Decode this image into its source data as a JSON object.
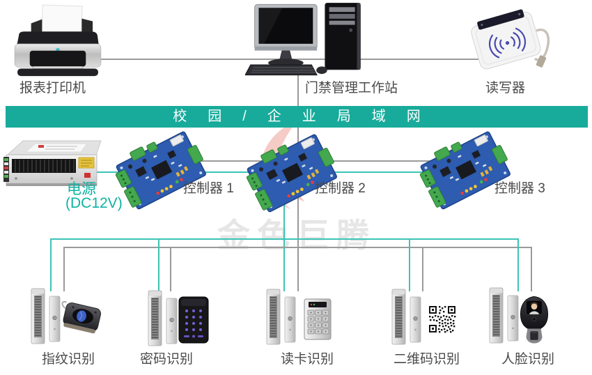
{
  "banner": {
    "label": "校园/企业局域网"
  },
  "top": {
    "printer_label": "报表打印机",
    "workstation_label": "门禁管理工作站",
    "reader_label": "读写器"
  },
  "middle": {
    "power_label": "电源",
    "power_sub": "(DC12V)",
    "controllers": [
      {
        "label": "控制器 1"
      },
      {
        "label": "控制器 2"
      },
      {
        "label": "控制器 3"
      }
    ]
  },
  "terminals": [
    {
      "label": "指纹识别",
      "icon": "fingerprint-reader-icon"
    },
    {
      "label": "密码识别",
      "icon": "password-keypad-icon"
    },
    {
      "label": "读卡识别",
      "icon": "card-reader-keypad-icon"
    },
    {
      "label": "二维码识别",
      "icon": "qr-code-icon"
    },
    {
      "label": "人脸识别",
      "icon": "face-recognition-terminal-icon"
    }
  ],
  "watermark": {
    "text": "金色巨腾"
  },
  "icons": {
    "printer": "printer-icon",
    "workstation": "desktop-computer-icon",
    "reader": "rfid-reader-writer-icon",
    "power": "power-supply-icon",
    "controller": "access-controller-board-icon",
    "maglock": "magnetic-lock-icon"
  },
  "colors": {
    "banner_teal": "#18ab9b",
    "line_teal": "#3cc4b6",
    "line_gray": "#9a9a9a",
    "power_label_teal": "#0db3a2",
    "label_gray": "#4a4a4a",
    "watermark_gray": "#e6e6e6",
    "watermark_red": "#e05545"
  }
}
